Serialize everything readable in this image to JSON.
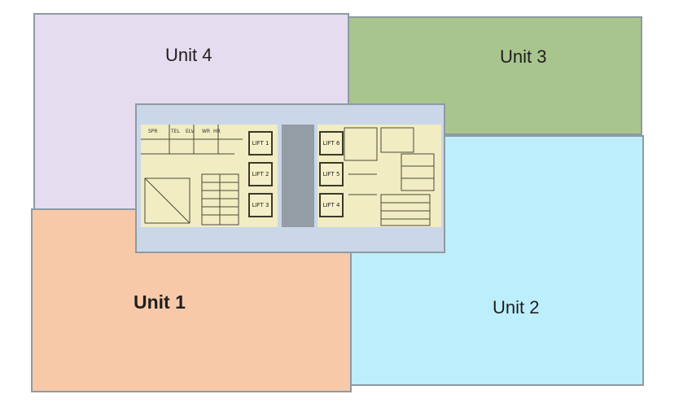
{
  "units": [
    {
      "id": "unit4",
      "label": "Unit 4",
      "color": "#e5dcef"
    },
    {
      "id": "unit3",
      "label": "Unit 3",
      "color": "#a9c58e"
    },
    {
      "id": "unit1",
      "label": "Unit 1",
      "color": "#f8c9a8"
    },
    {
      "id": "unit2",
      "label": "Unit 2",
      "color": "#bdeefc"
    }
  ],
  "core": {
    "background": "#c9d7e8",
    "plan_color": "#f1ecc2",
    "shaft_color": "#949ca6",
    "lifts_left": [
      "LIFT 1",
      "LIFT 2",
      "LIFT 3"
    ],
    "lifts_right": [
      "LIFT 6",
      "LIFT 5",
      "LIFT 4"
    ],
    "room_labels": [
      "SPR",
      "TEL",
      "ELV",
      "WR",
      "HR"
    ]
  }
}
